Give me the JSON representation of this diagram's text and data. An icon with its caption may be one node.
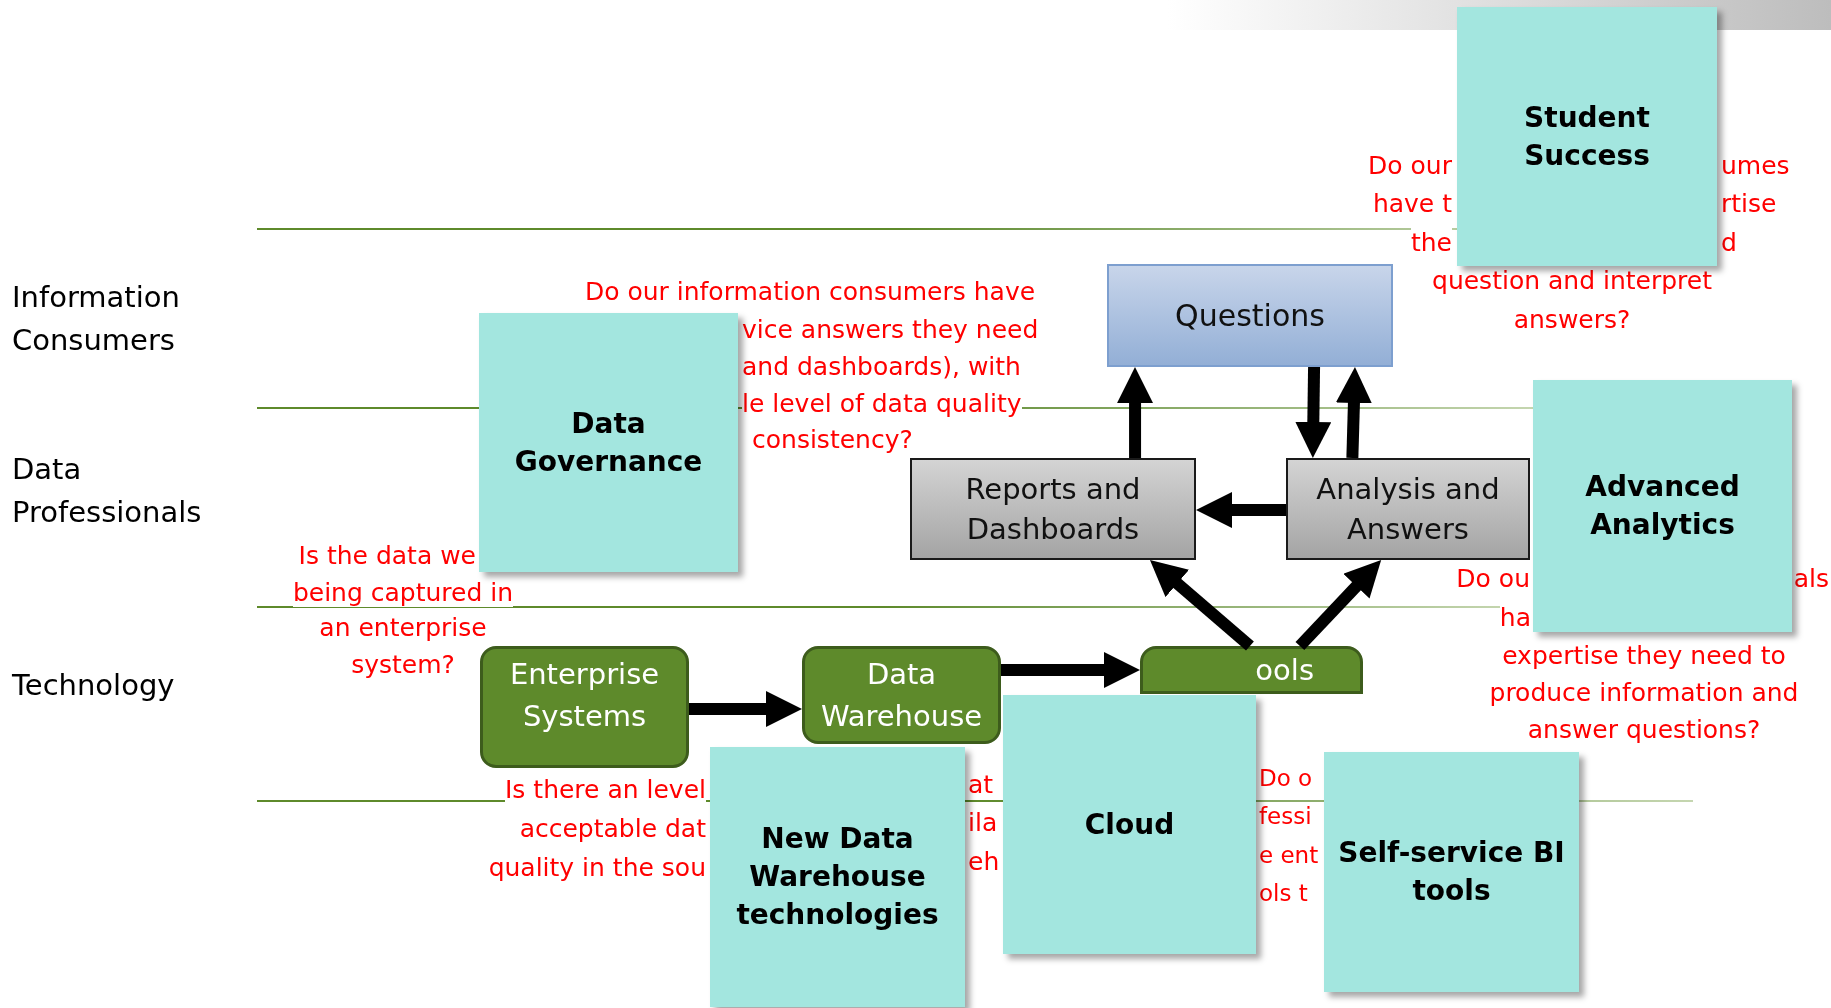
{
  "diagram": {
    "nodes": [
      {
        "text": [
          "Questions"
        ]
      },
      {
        "text": [
          "Reports and Dashboards"
        ]
      },
      {
        "text": [
          "Analysis and Answers"
        ]
      },
      {
        "text": [
          "Enterprise Systems"
        ]
      },
      {
        "text": [
          "Data Warehouse"
        ]
      },
      {
        "text": [
          "ools"
        ]
      },
      {
        "text": [
          "Student Success"
        ]
      },
      {
        "text": [
          "Data Governance"
        ]
      },
      {
        "text": [
          "Advanced Analytics"
        ]
      },
      {
        "text": [
          "New Data Warehouse technologies"
        ]
      },
      {
        "text": [
          "Cloud"
        ]
      },
      {
        "text": [
          "Self-service BI tools"
        ]
      }
    ],
    "edges": [
      {
        "from": 1,
        "to": 0,
        "arrow": "to"
      },
      {
        "from": 0,
        "to": 2,
        "arrow": "to"
      },
      {
        "from": 2,
        "to": 0,
        "arrow": "to"
      },
      {
        "from": 2,
        "to": 1,
        "arrow": "to"
      },
      {
        "from": 3,
        "to": 4,
        "arrow": "to"
      },
      {
        "from": 4,
        "to": 5,
        "arrow": "to"
      },
      {
        "from": 5,
        "to": 1,
        "arrow": "to"
      },
      {
        "from": 5,
        "to": 2,
        "arrow": "to"
      }
    ],
    "labels": [
      "Information Consumers",
      "Data Professionals",
      "Technology",
      "Do our",
      "umes",
      "have t",
      "rtise",
      "the",
      "d",
      "question and interpret",
      "answers?",
      "Do our information consumers have",
      "vice answers they need",
      "and dashboards), with",
      "le level of data quality",
      "consistency?",
      "Is the data we",
      "being captured in",
      "an enterprise",
      "system?",
      "Do ou",
      "als",
      "ha",
      "expertise they need to",
      "produce information and",
      "answer questions?",
      "Is there an level",
      "acceptable dat",
      "quality in the sou",
      "at",
      "ila",
      "eh",
      "Do o",
      "fessi",
      "e ent",
      "ols t"
    ]
  }
}
